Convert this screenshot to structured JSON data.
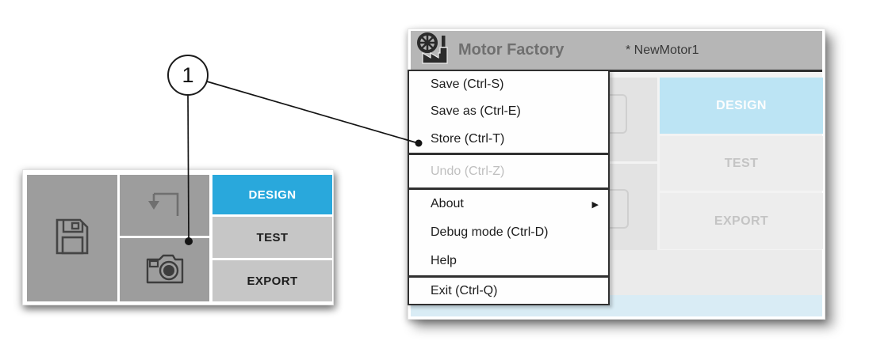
{
  "callout": {
    "number": "1"
  },
  "left_toolbar": {
    "icons": {
      "save": "save-floppy-icon",
      "store": "store-arrow-icon",
      "snapshot": "camera-icon"
    },
    "tabs": [
      {
        "label": "DESIGN",
        "active": true
      },
      {
        "label": "TEST",
        "active": false
      },
      {
        "label": "EXPORT",
        "active": false
      }
    ]
  },
  "app_window": {
    "app_title": "Motor Factory",
    "document_title": "* NewMotor1",
    "menu_sections": [
      {
        "items": [
          {
            "label": "Save (Ctrl-S)"
          },
          {
            "label": "Save as (Ctrl-E)"
          },
          {
            "label": "Store (Ctrl-T)"
          }
        ]
      },
      {
        "items": [
          {
            "label": "Undo (Ctrl-Z)",
            "disabled": true
          }
        ]
      },
      {
        "items": [
          {
            "label": "About",
            "submenu": true
          },
          {
            "label": "Debug mode (Ctrl-D)"
          },
          {
            "label": "Help"
          }
        ]
      },
      {
        "items": [
          {
            "label": "Exit (Ctrl-Q)"
          }
        ]
      }
    ],
    "submenu_arrow_glyph": "▶",
    "tabs": [
      {
        "label": "DESIGN",
        "active": true
      },
      {
        "label": "TEST",
        "active": false
      },
      {
        "label": "EXPORT",
        "active": false
      }
    ]
  },
  "colors": {
    "accent_blue": "#29a8dc",
    "accent_blue_faded": "#bce4f4",
    "bottom_band_blue": "#d9ecf5",
    "toolbar_cell_gray": "#9d9d9d",
    "header_gray": "#b6b6b6",
    "menu_border": "#303030"
  }
}
